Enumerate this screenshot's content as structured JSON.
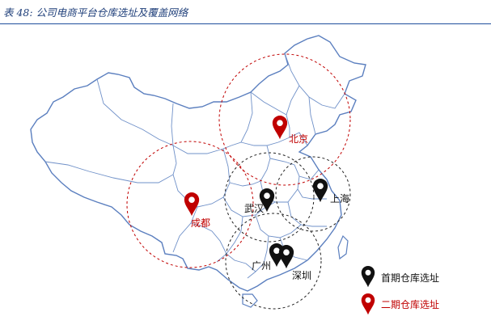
{
  "caption": {
    "number": "表 48:",
    "text": "公司电商平台仓库选址及覆盖网络"
  },
  "colors": {
    "phase1": "#111111",
    "phase2": "#c00000",
    "caption": "#1f3f7a",
    "border": "#5b7fbf"
  },
  "cities": [
    {
      "name": "北京",
      "phase": "phase2"
    },
    {
      "name": "成都",
      "phase": "phase2"
    },
    {
      "name": "武汉",
      "phase": "phase1"
    },
    {
      "name": "上海",
      "phase": "phase1"
    },
    {
      "name": "广州",
      "phase": "phase1"
    },
    {
      "name": "深圳",
      "phase": "phase1"
    }
  ],
  "legend": {
    "phase1_label": "首期仓库选址",
    "phase2_label": "二期仓库选址"
  }
}
